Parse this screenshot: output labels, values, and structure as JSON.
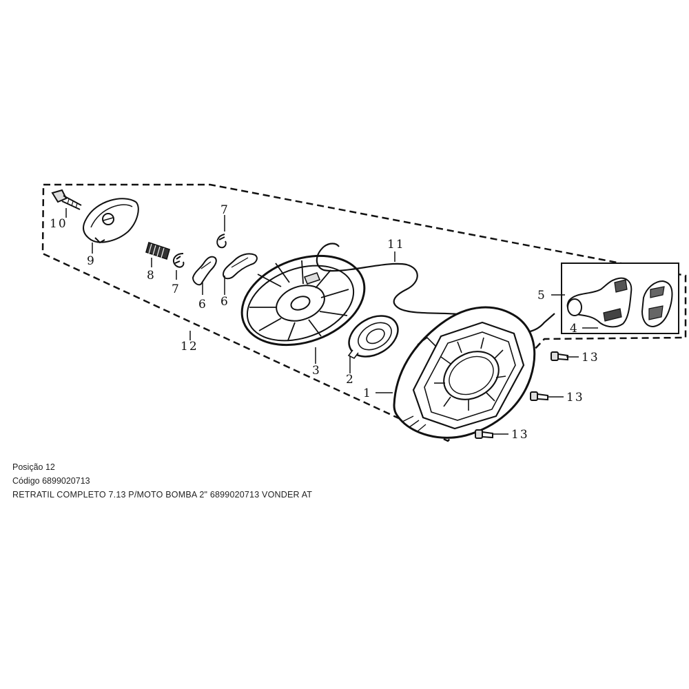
{
  "callouts": {
    "c1": "1",
    "c2": "2",
    "c3": "3",
    "c4": "4",
    "c5": "5",
    "c6a": "6",
    "c6b": "6",
    "c7a": "7",
    "c7b": "7",
    "c8": "8",
    "c9": "9",
    "c10": "10",
    "c11": "11",
    "c12": "12",
    "c13a": "13",
    "c13b": "13",
    "c13c": "13"
  },
  "info": {
    "position": "Posição 12",
    "code": "Código 6899020713",
    "description": "RETRATIL COMPLETO 7.13 P/MOTO BOMBA 2\" 6899020713 VONDER AT"
  }
}
